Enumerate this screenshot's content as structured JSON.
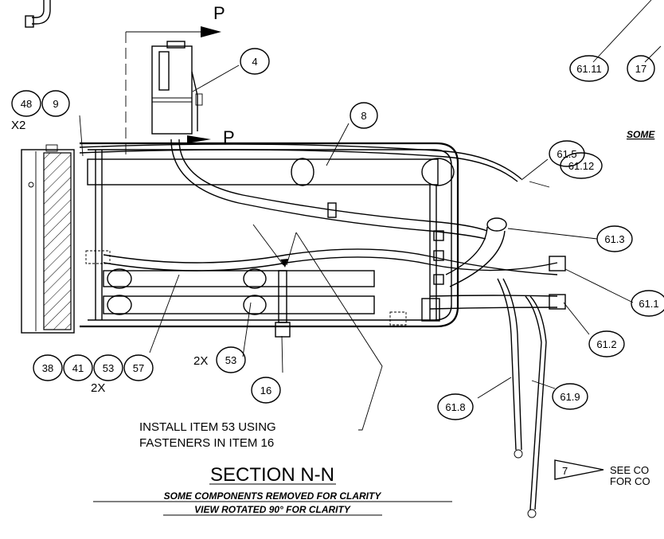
{
  "balloons": [
    {
      "id": "b-4",
      "label": "4"
    },
    {
      "id": "b-48",
      "label": "48"
    },
    {
      "id": "b-9",
      "label": "9"
    },
    {
      "id": "b-8",
      "label": "8"
    },
    {
      "id": "b-61-11",
      "label": "61.11"
    },
    {
      "id": "b-17",
      "label": "17"
    },
    {
      "id": "b-61-5",
      "label": "61.5"
    },
    {
      "id": "b-61-12",
      "label": "61.12"
    },
    {
      "id": "b-61-3",
      "label": "61.3"
    },
    {
      "id": "b-61-1",
      "label": "61.1"
    },
    {
      "id": "b-61-2",
      "label": "61.2"
    },
    {
      "id": "b-61-9",
      "label": "61.9"
    },
    {
      "id": "b-61-8",
      "label": "61.8"
    },
    {
      "id": "b-16",
      "label": "16"
    },
    {
      "id": "b-53a",
      "label": "53"
    },
    {
      "id": "b-38",
      "label": "38"
    },
    {
      "id": "b-41",
      "label": "41"
    },
    {
      "id": "b-53b",
      "label": "53"
    },
    {
      "id": "b-57",
      "label": "57"
    }
  ],
  "labels": {
    "x2": "X2",
    "two_x_a": "2X",
    "two_x_b": "2X",
    "view_p_top": "P",
    "view_p_mid": "P",
    "flag_number": "7",
    "some_cut": "SOME"
  },
  "notes": {
    "install_line1": "INSTALL ITEM 53 USING",
    "install_line2": "FASTENERS IN ITEM 16",
    "section_title": "SECTION N-N",
    "removed_note": "SOME COMPONENTS REMOVED FOR CLARITY",
    "rotated_note": "VIEW ROTATED 90° FOR CLARITY",
    "see_line1": "SEE CO",
    "see_line2": "FOR CO"
  }
}
